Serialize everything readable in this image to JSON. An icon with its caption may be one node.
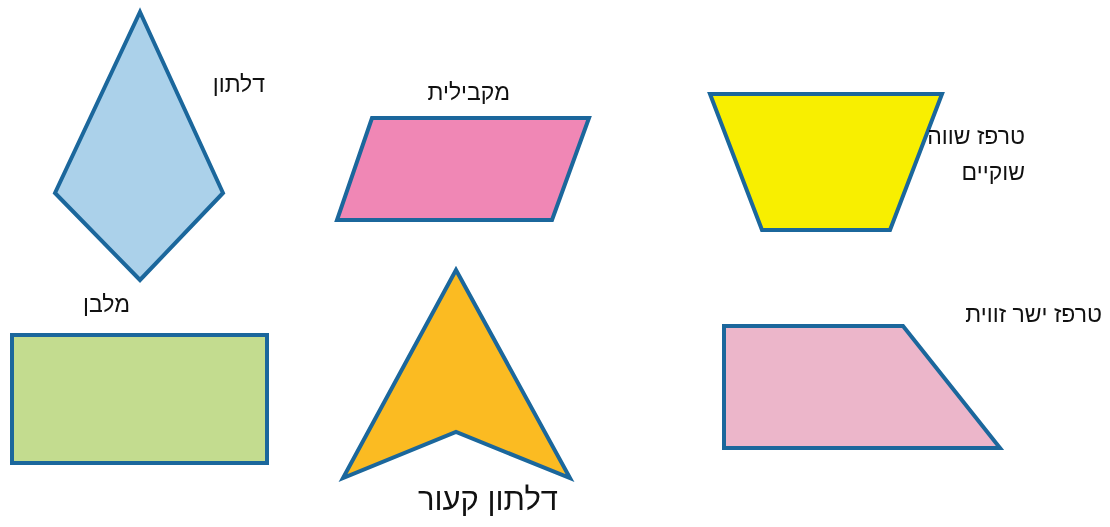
{
  "diagram": {
    "nodes": [
      {
        "text": [
          "דלתון"
        ]
      },
      {
        "text": [
          "מקבילית"
        ]
      },
      {
        "text": [
          "טרפז שווה שוקיים"
        ]
      },
      {
        "text": [
          "מלבן"
        ]
      },
      {
        "text": [
          "דלתון קעור"
        ]
      },
      {
        "text": [
          "טרפז ישר זווית"
        ]
      }
    ]
  }
}
